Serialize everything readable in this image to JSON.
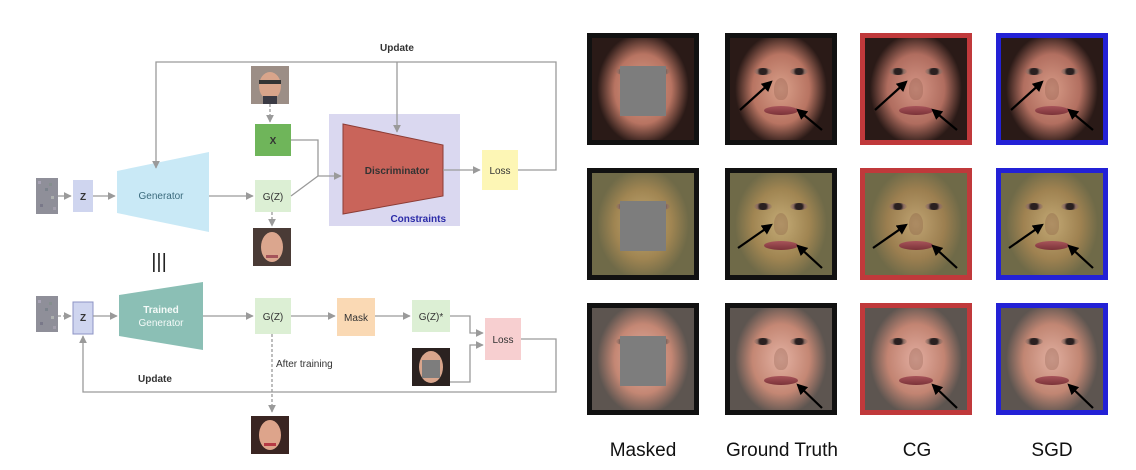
{
  "diagram": {
    "update_top": "Update",
    "update_bottom": "Update",
    "z_top": "Z",
    "generator": "Generator",
    "x": "X",
    "gz_top": "G(Z)",
    "discriminator": "Discriminator",
    "constraints": "Constraints",
    "loss_top": "Loss",
    "equivalence": "|||",
    "z_bottom": "Z",
    "trained_generator_line1": "Trained",
    "trained_generator_line2": "Generator",
    "gz_bottom": "G(Z)",
    "mask": "Mask",
    "gz_masked": "G(Z)*",
    "loss_bottom": "Loss",
    "after_training": "After training"
  },
  "colors": {
    "generator": "#c9e9f6",
    "discriminator": "#c9645a",
    "constraints_panel": "#dad8f0",
    "x_box": "#6fb55a",
    "gz_box": "#dcefd4",
    "loss_top": "#fdf6b5",
    "loss_bottom": "#f7cfd0",
    "z_box": "#cfd5ef",
    "trained_generator": "#8bbfb5",
    "mask_box": "#fad9b4",
    "cg_border": "#c0393b",
    "sgd_border": "#2321d6"
  },
  "grid": {
    "columns": [
      "Masked",
      "Ground Truth",
      "CG",
      "SGD"
    ]
  }
}
